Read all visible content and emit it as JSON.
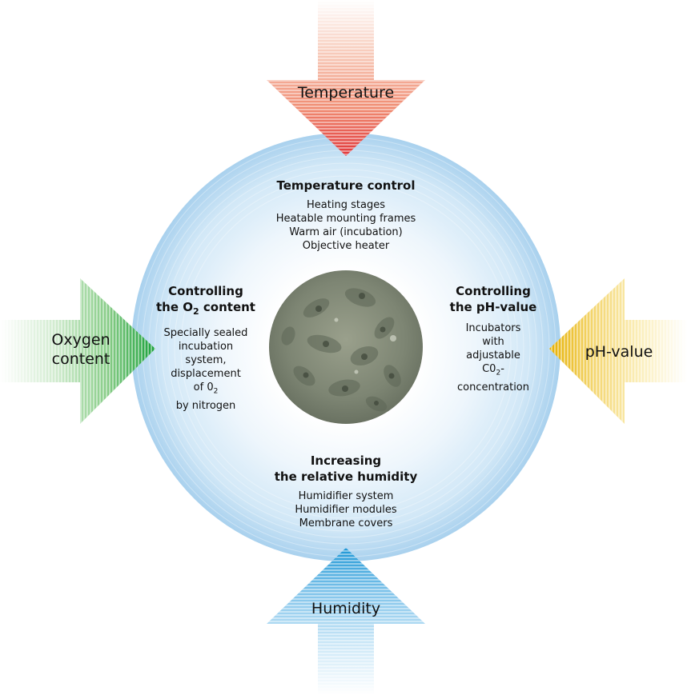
{
  "arrows": {
    "temperature": {
      "label": "Temperature",
      "color": "#e0463a"
    },
    "oxygen": {
      "label_line1": "Oxygen",
      "label_line2": "content",
      "color": "#2aa53a"
    },
    "ph": {
      "label": "pH-value",
      "color": "#e7b400"
    },
    "humidity": {
      "label": "Humidity",
      "color": "#2f9fd8"
    }
  },
  "center_image": {
    "description_icon": "cell-culture-micrograph"
  },
  "colors": {
    "ring_outer": "#b9dcf2",
    "ring_inner": "#f2f8fd"
  },
  "sections": {
    "temperature": {
      "heading": "Temperature control",
      "lines": [
        "Heating stages",
        "Heatable mounting frames",
        "Warm air (incubation)",
        "Objective heater"
      ]
    },
    "oxygen": {
      "heading_line1": "Controlling",
      "heading_line2_pre": "the O",
      "heading_line2_sub": "2",
      "heading_line2_post": " content",
      "line1": "Specially sealed",
      "line2": "incubation",
      "line3": "system,",
      "line4": "displacement",
      "line5_pre": "of 0",
      "line5_sub": "2",
      "line6": "by nitrogen"
    },
    "ph": {
      "heading_line1": "Controlling",
      "heading_line2": "the pH-value",
      "line1": "Incubators",
      "line2": "with",
      "line3": "adjustable",
      "line4_pre": "C0",
      "line4_sub": "2",
      "line4_post": "-",
      "line5": "concentration"
    },
    "humidity": {
      "heading_line1": "Increasing",
      "heading_line2": "the relative humidity",
      "lines": [
        "Humidifier system",
        "Humidifier modules",
        "Membrane covers"
      ]
    }
  }
}
